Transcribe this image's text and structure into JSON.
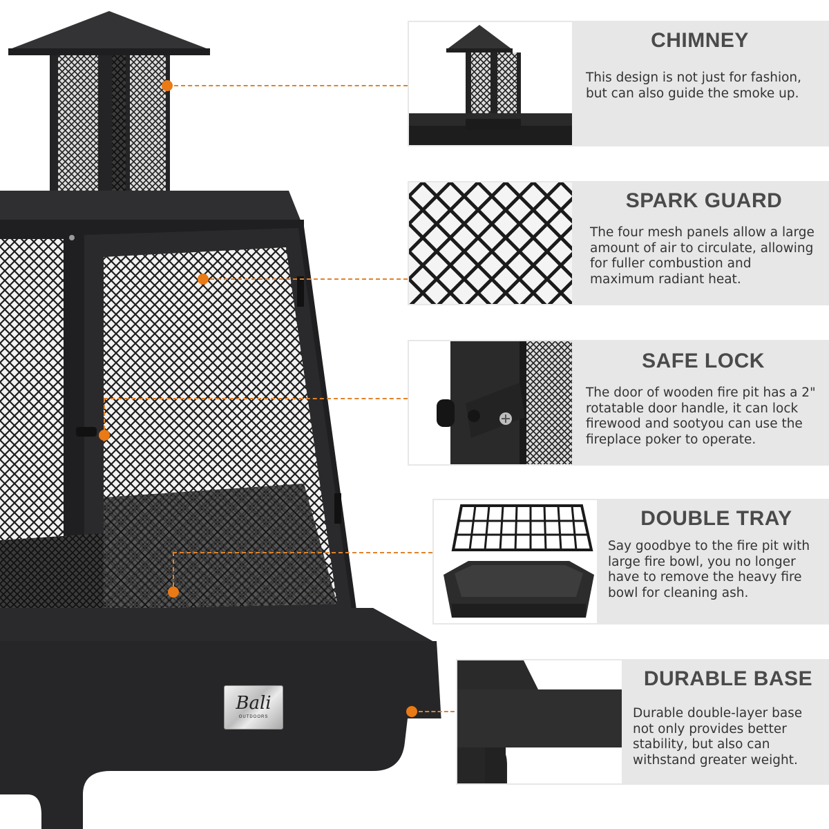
{
  "product": {
    "logo_text": "Bali",
    "logo_subtext": "OUTDOORS"
  },
  "features": [
    {
      "title": "CHIMNEY",
      "description": "This design is not just for fashion, but can also guide the smoke up."
    },
    {
      "title": "SPARK GUARD",
      "description": "The four mesh panels allow a large amount of air to circulate, allowing for fuller combustion and maximum radiant heat."
    },
    {
      "title": "SAFE LOCK",
      "description": "The door of wooden fire pit has a 2\" rotatable door handle, it can lock firewood and sootyou can use the fireplace poker to operate."
    },
    {
      "title": "DOUBLE TRAY",
      "description": "Say goodbye to the fire pit with large fire bowl, you no longer have to remove the heavy fire bowl for cleaning ash."
    },
    {
      "title": "DURABLE BASE",
      "description": "Durable double-layer base not only provides better stability, but also can withstand greater weight."
    }
  ],
  "colors": {
    "accent": "#ea7a15",
    "panel_bg": "#e7e7e7",
    "metal": "#2b2b2d"
  }
}
